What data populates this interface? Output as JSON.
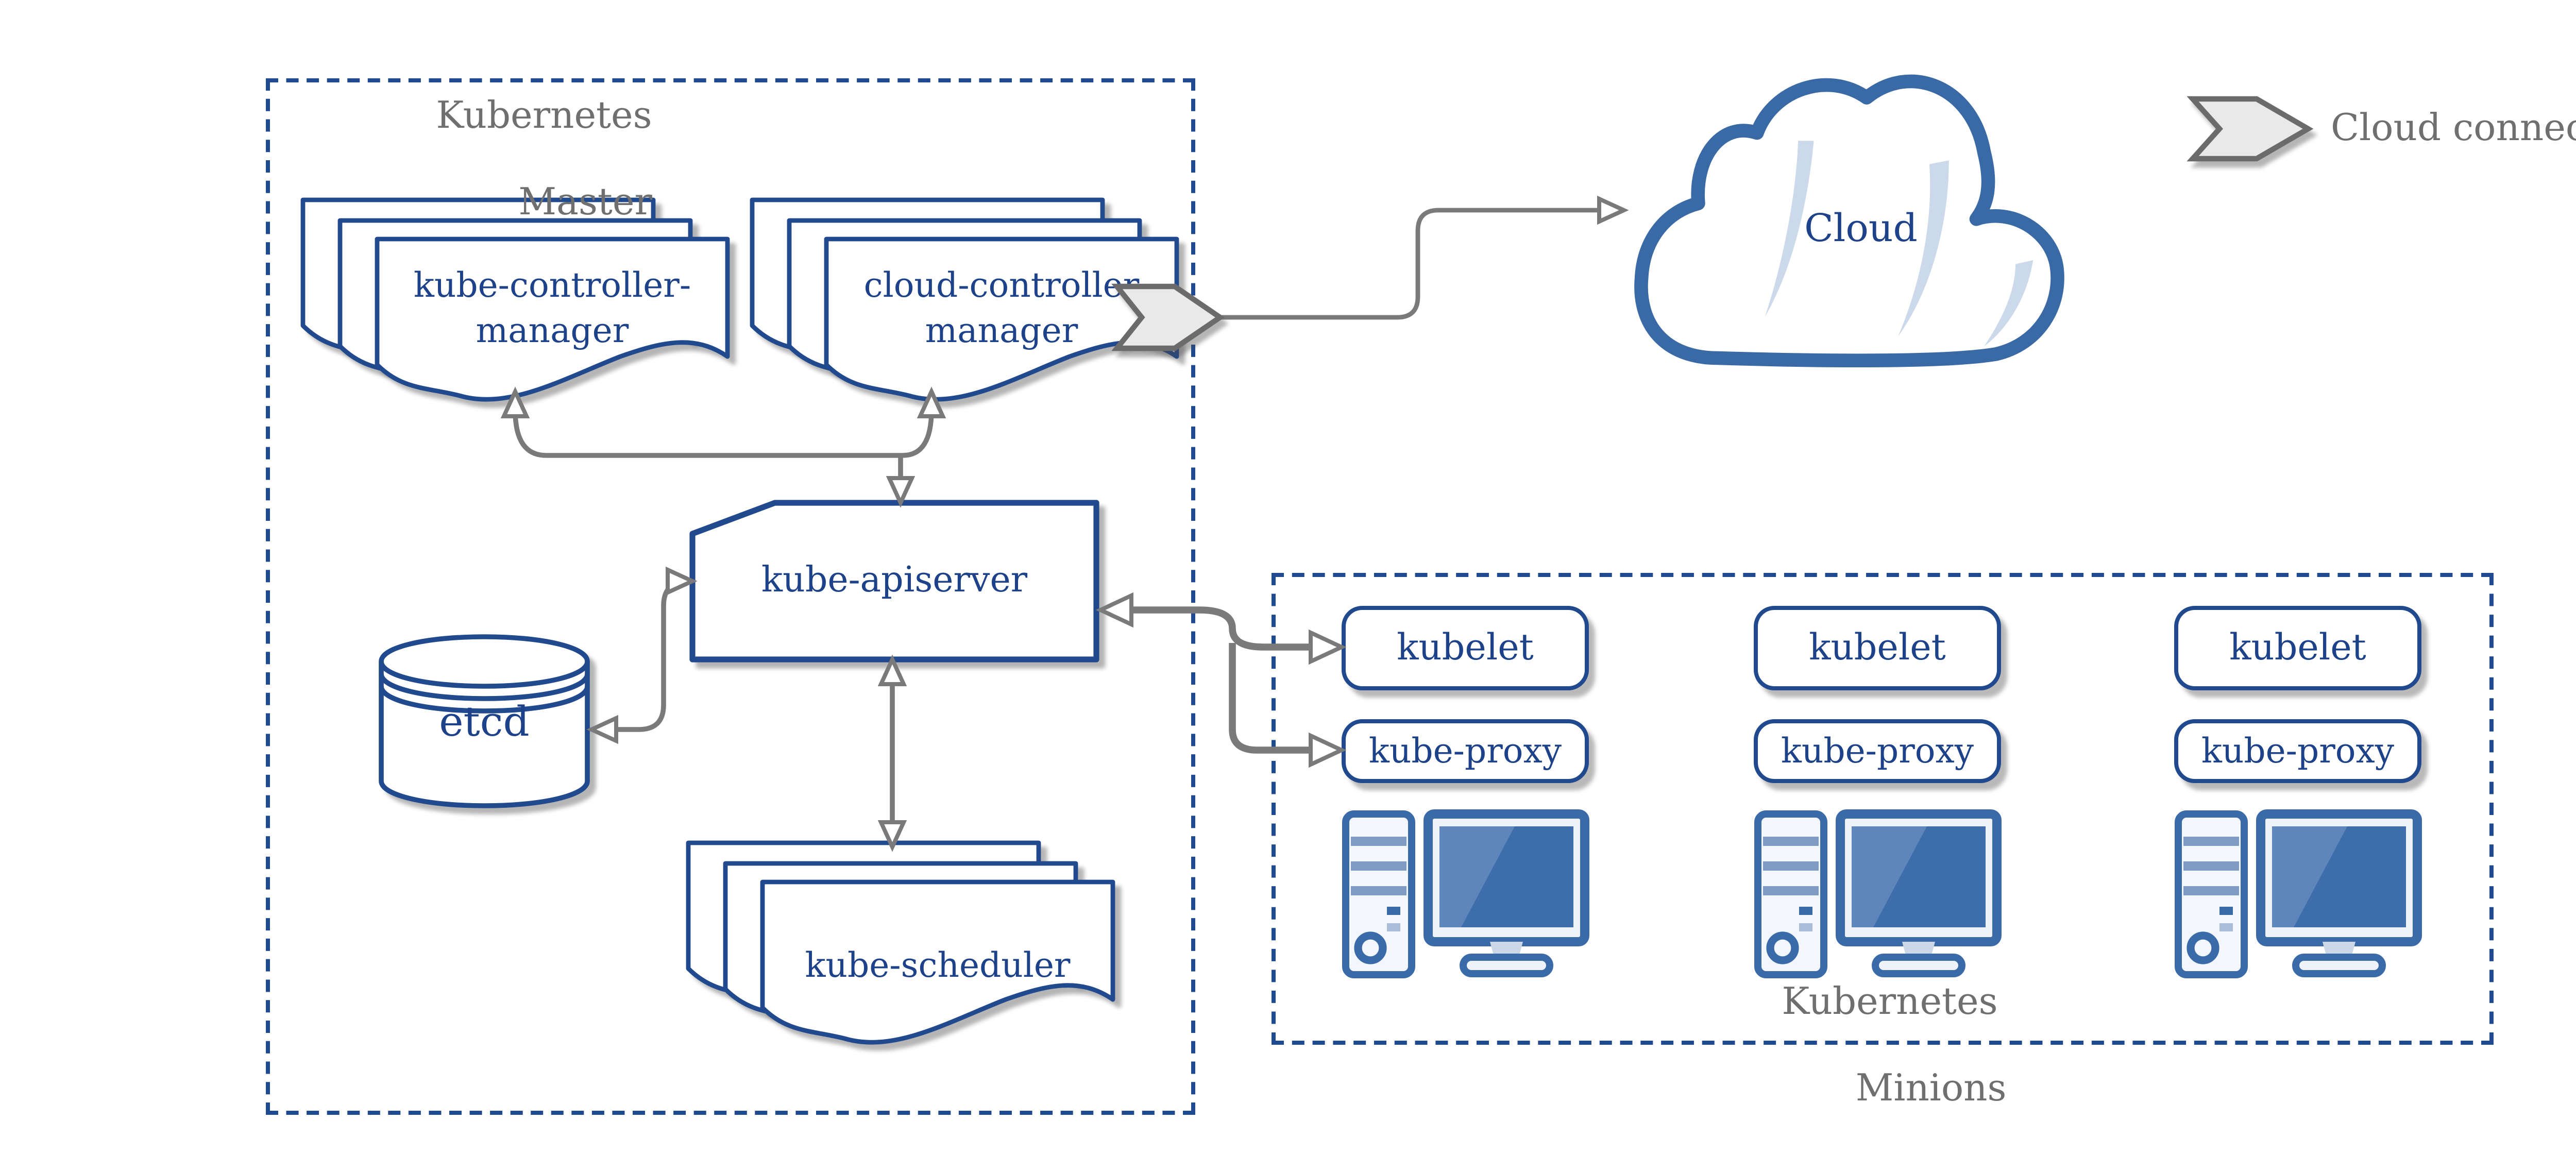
{
  "master": {
    "title_line1": "Kubernetes",
    "title_line2": "Master",
    "kcm": {
      "line1": "kube-controller-",
      "line2": "manager"
    },
    "ccm": {
      "line1": "cloud-controller",
      "line2": "manager"
    },
    "apiserver": "kube-apiserver",
    "etcd": "etcd",
    "scheduler": "kube-scheduler"
  },
  "cloud": {
    "label": "Cloud"
  },
  "legend": {
    "label": "Cloud connector"
  },
  "minions": {
    "title_line1": "Kubernetes",
    "title_line2": "Minions",
    "nodes": [
      {
        "kubelet": "kubelet",
        "kube_proxy": "kube-proxy"
      },
      {
        "kubelet": "kubelet",
        "kube_proxy": "kube-proxy"
      },
      {
        "kubelet": "kubelet",
        "kube_proxy": "kube-proxy"
      }
    ]
  },
  "colors": {
    "accent_navy": "#21498e",
    "text_navy": "#1d4289",
    "dashed_border": "#1f4a8f",
    "connector_gray": "#7a7a7a",
    "label_gray": "#6f6f6f",
    "cloud_stroke": "#3a6aa6",
    "cloud_accent": "#ccd9ea",
    "screen_blue": "#3d6dab"
  }
}
